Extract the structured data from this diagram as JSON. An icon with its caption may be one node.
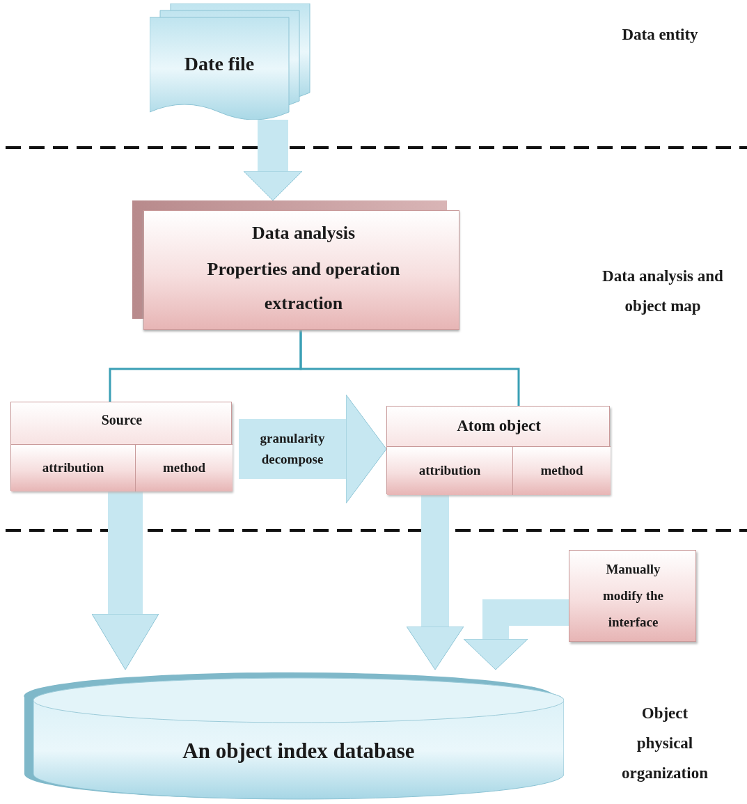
{
  "diagram": {
    "nodes": [
      {
        "text": [
          "Date file"
        ]
      },
      {
        "text": [
          "Data analysis",
          "Properties and operation extraction"
        ]
      },
      {
        "text": [
          "Source"
        ]
      },
      {
        "text": [
          "attribution"
        ],
        "in": 2
      },
      {
        "text": [
          "method"
        ],
        "in": 2
      },
      {
        "text": [
          "Atom object"
        ]
      },
      {
        "text": [
          "attribution"
        ],
        "in": 5
      },
      {
        "text": [
          "method"
        ],
        "in": 5
      },
      {
        "text": [
          "Manually modify the interface"
        ]
      },
      {
        "text": [
          "An object index database"
        ]
      }
    ],
    "edges": [
      {
        "from": 0,
        "to": 1,
        "arrow": "to"
      },
      {
        "from": 1,
        "to": 2,
        "arrow": "none",
        "color": "#3a9fb5"
      },
      {
        "from": 1,
        "to": 5,
        "arrow": "none",
        "color": "#3a9fb5"
      },
      {
        "from": 2,
        "to": 5,
        "arrow": "to",
        "style": "thick",
        "label": "granularity decompose"
      },
      {
        "from": 2,
        "to": 9,
        "arrow": "to"
      },
      {
        "from": 5,
        "to": 9,
        "arrow": "to"
      },
      {
        "from": 8,
        "to": 9,
        "arrow": "to"
      }
    ],
    "labels": [
      "Data entity",
      "Data analysis and object map",
      "Object physical organization"
    ]
  }
}
